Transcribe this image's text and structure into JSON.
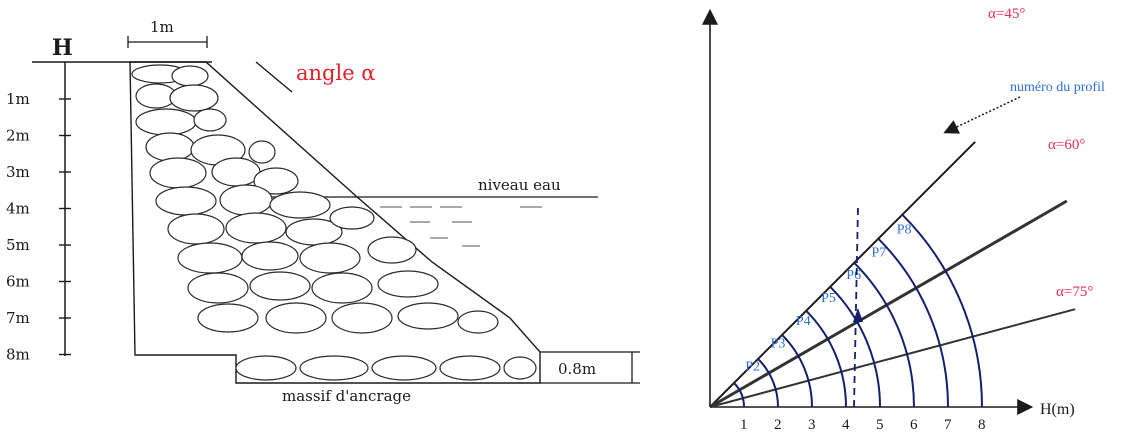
{
  "colors": {
    "ink": "#1a1a1a",
    "arc": "#14206b",
    "profile_label": "#2f6fd6",
    "angle_label": "#e8305a",
    "angle_title": "#e0202a"
  },
  "wall": {
    "height_axis_label": "H",
    "top_width_label": "1m",
    "height_ticks": [
      "1m",
      "2m",
      "3m",
      "4m",
      "5m",
      "6m",
      "7m",
      "8m"
    ],
    "angle_label": "angle α",
    "water_level_label": "niveau eau",
    "base_thickness_label": "0.8m",
    "foundation_label": "massif d'ancrage"
  },
  "abacus": {
    "x_axis_label": "H(m)",
    "x_ticks": [
      "1",
      "2",
      "3",
      "4",
      "5",
      "6",
      "7",
      "8"
    ],
    "angle_lines": [
      "α=45°",
      "α=60°",
      "α=75°"
    ],
    "angles_deg": [
      45,
      60,
      75
    ],
    "profile_labels": [
      "P2",
      "P3",
      "P4",
      "P5",
      "P6",
      "P7",
      "P8"
    ],
    "profile_note": "numéro du profil"
  }
}
